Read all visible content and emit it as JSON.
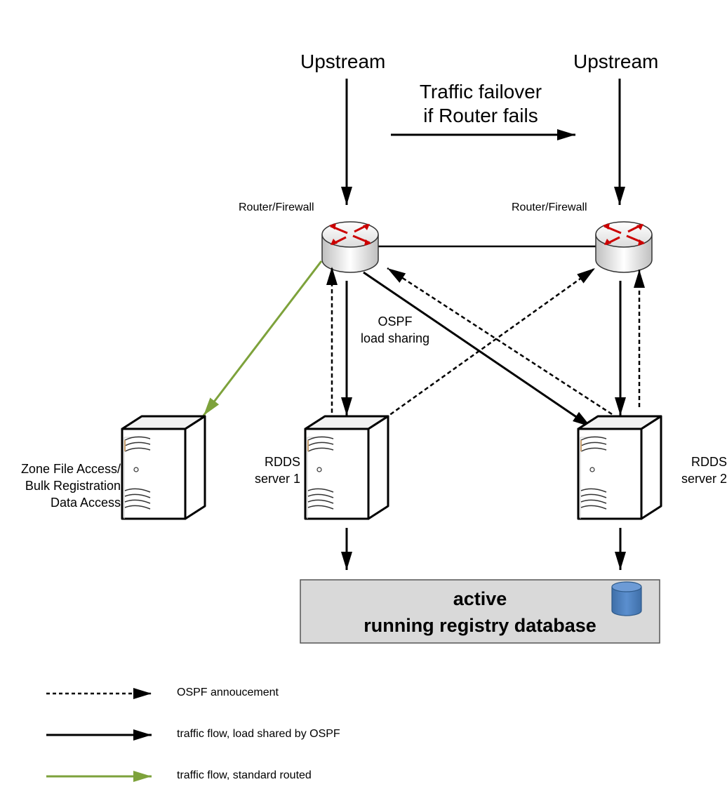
{
  "upstream": {
    "left": "Upstream",
    "right": "Upstream"
  },
  "failover": {
    "line1": "Traffic failover",
    "line2": "if Router fails"
  },
  "routers": {
    "left": "Router/Firewall",
    "right": "Router/Firewall"
  },
  "ospf_note": {
    "line1": "OSPF",
    "line2": "load sharing"
  },
  "servers": {
    "zone": [
      "Zone File Access/",
      "Bulk Registration",
      "Data Access"
    ],
    "rdds1": [
      "RDDS",
      "server 1"
    ],
    "rdds2": [
      "RDDS",
      "server 2"
    ]
  },
  "database": {
    "line1": "active",
    "line2": "running registry database"
  },
  "legend": {
    "ospf_announcement": "OSPF annoucement",
    "traffic_ospf": "traffic flow, load shared by OSPF",
    "traffic_standard": "traffic flow, standard routed"
  },
  "colors": {
    "green": "#7da23b",
    "router_arrows": "#cc0000",
    "db_fill": "#4f81bd",
    "db_box": "#d9d9d9"
  }
}
